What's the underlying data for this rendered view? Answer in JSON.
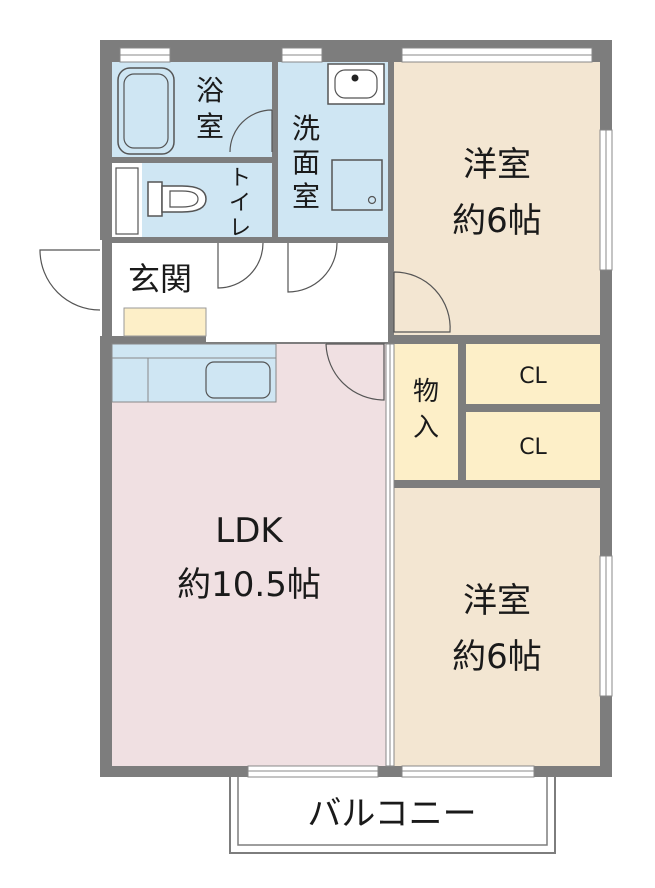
{
  "rooms": {
    "bath": {
      "label_1": "浴",
      "label_2": "室"
    },
    "washroom": {
      "label_1": "洗",
      "label_2": "面",
      "label_3": "室"
    },
    "toilet": {
      "label_1": "ト",
      "label_2": "イ",
      "label_3": "レ"
    },
    "entrance": {
      "label": "玄関"
    },
    "western_room_north": {
      "name": "洋室",
      "size": "約6帖"
    },
    "storage": {
      "label_1": "物",
      "label_2": "入"
    },
    "closet_1": {
      "label": "CL"
    },
    "closet_2": {
      "label": "CL"
    },
    "ldk": {
      "name": "LDK",
      "size": "約10.5帖"
    },
    "western_room_south": {
      "name": "洋室",
      "size": "約6帖"
    },
    "balcony": {
      "label": "バルコニー"
    }
  },
  "colors": {
    "wet_area": "#cfe6f3",
    "western_room": "#f3e6d2",
    "ldk": "#f0e0e2",
    "storage": "#fdefc8",
    "wall": "#7d7d7d"
  }
}
